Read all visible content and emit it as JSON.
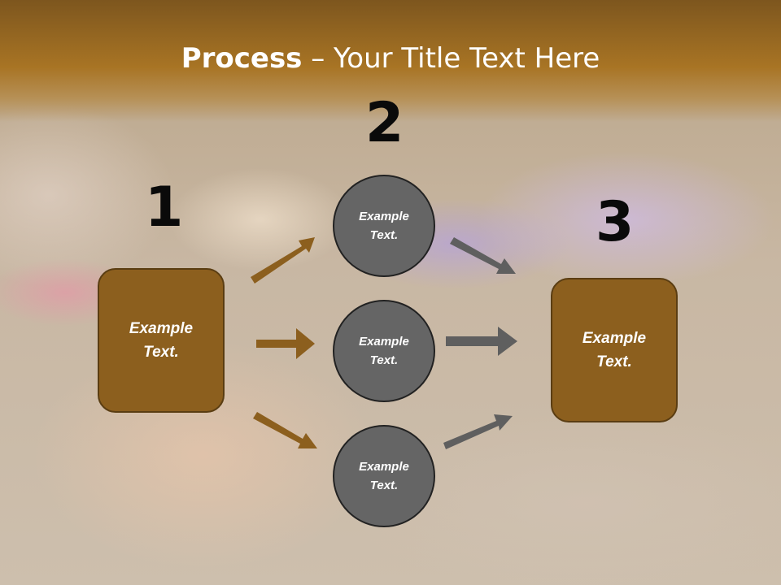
{
  "title": {
    "bold": "Process",
    "rest": " – Your Title Text Here"
  },
  "steps": [
    {
      "number": "1",
      "line1": "Example",
      "line2": "Text."
    },
    {
      "number": "2"
    },
    {
      "number": "3",
      "line1": "Example",
      "line2": "Text."
    }
  ],
  "circles": [
    {
      "line1": "Example",
      "line2": "Text."
    },
    {
      "line1": "Example",
      "line2": "Text."
    },
    {
      "line1": "Example",
      "line2": "Text."
    }
  ],
  "colors": {
    "header": "#a87424",
    "box_fill": "#8c5f1e",
    "circle_fill": "#656565",
    "left_arrows": "#8c5f1e",
    "right_arrows": "#5f5f5f"
  }
}
